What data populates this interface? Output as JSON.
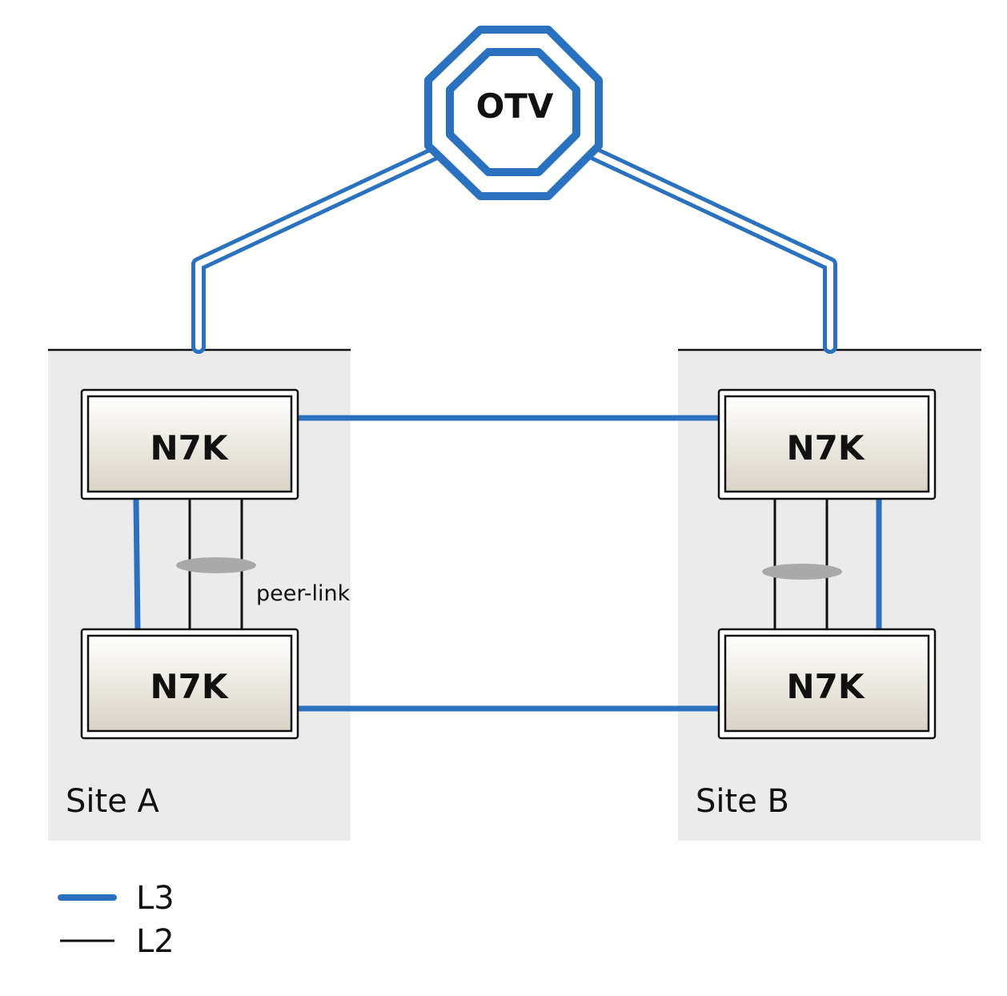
{
  "otv": {
    "label": "OTV"
  },
  "sites": [
    {
      "label": "Site A",
      "switches": [
        {
          "label": "N7K"
        },
        {
          "label": "N7K"
        }
      ]
    },
    {
      "label": "Site B",
      "switches": [
        {
          "label": "N7K"
        },
        {
          "label": "N7K"
        }
      ]
    }
  ],
  "peer_link_label": "peer-link",
  "legend": [
    {
      "label": "L3",
      "color": "#2a72bf"
    },
    {
      "label": "L2",
      "color": "#111111"
    }
  ],
  "colors": {
    "l3": "#2a72bf",
    "l2": "#111111",
    "site_bg": "#ebebeb",
    "port_channel": "#a9a9a9"
  }
}
